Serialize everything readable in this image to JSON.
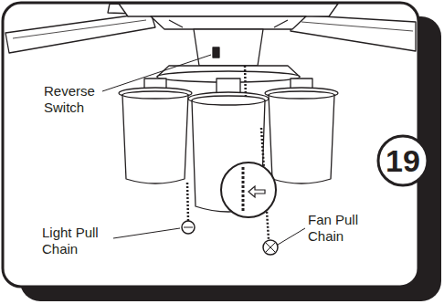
{
  "diagram": {
    "nodes": [
      {
        "text": [
          "19"
        ]
      }
    ],
    "labels": [
      "Reverse Switch",
      "Light Pull Chain",
      "Fan Pull Chain"
    ]
  }
}
